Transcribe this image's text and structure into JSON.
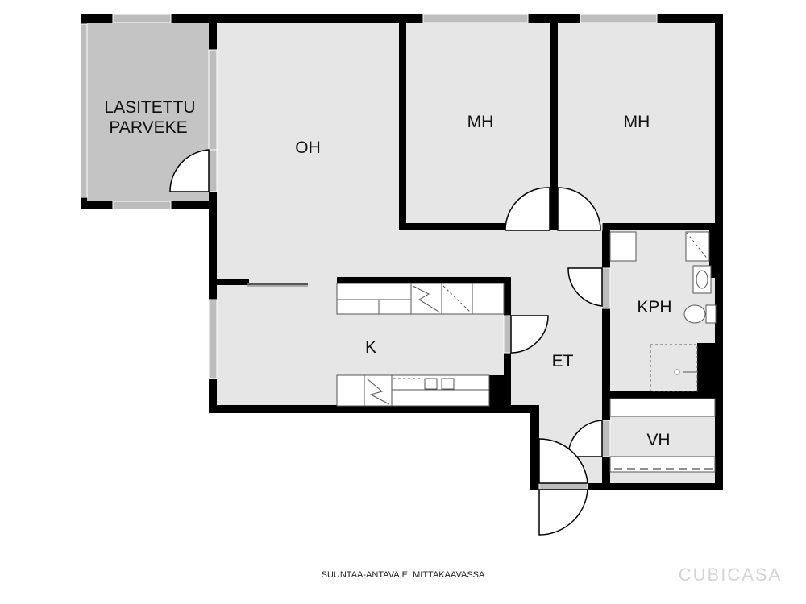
{
  "rooms": {
    "balcony_line1": "LASITETTU",
    "balcony_line2": "PARVEKE",
    "living": "OH",
    "bedroom1": "MH",
    "bedroom2": "MH",
    "bathroom": "KPH",
    "kitchen": "K",
    "hall": "ET",
    "wardrobe": "VH"
  },
  "footer": {
    "note": "SUUNTAA-ANTAVA,EI MITTAKAAVASSA",
    "brand": "CUBICASA"
  },
  "colors": {
    "floor": "#e6e6e6",
    "balcony_floor": "#c4c4c4",
    "wall": "#000000",
    "window": "#bdbdbd"
  }
}
